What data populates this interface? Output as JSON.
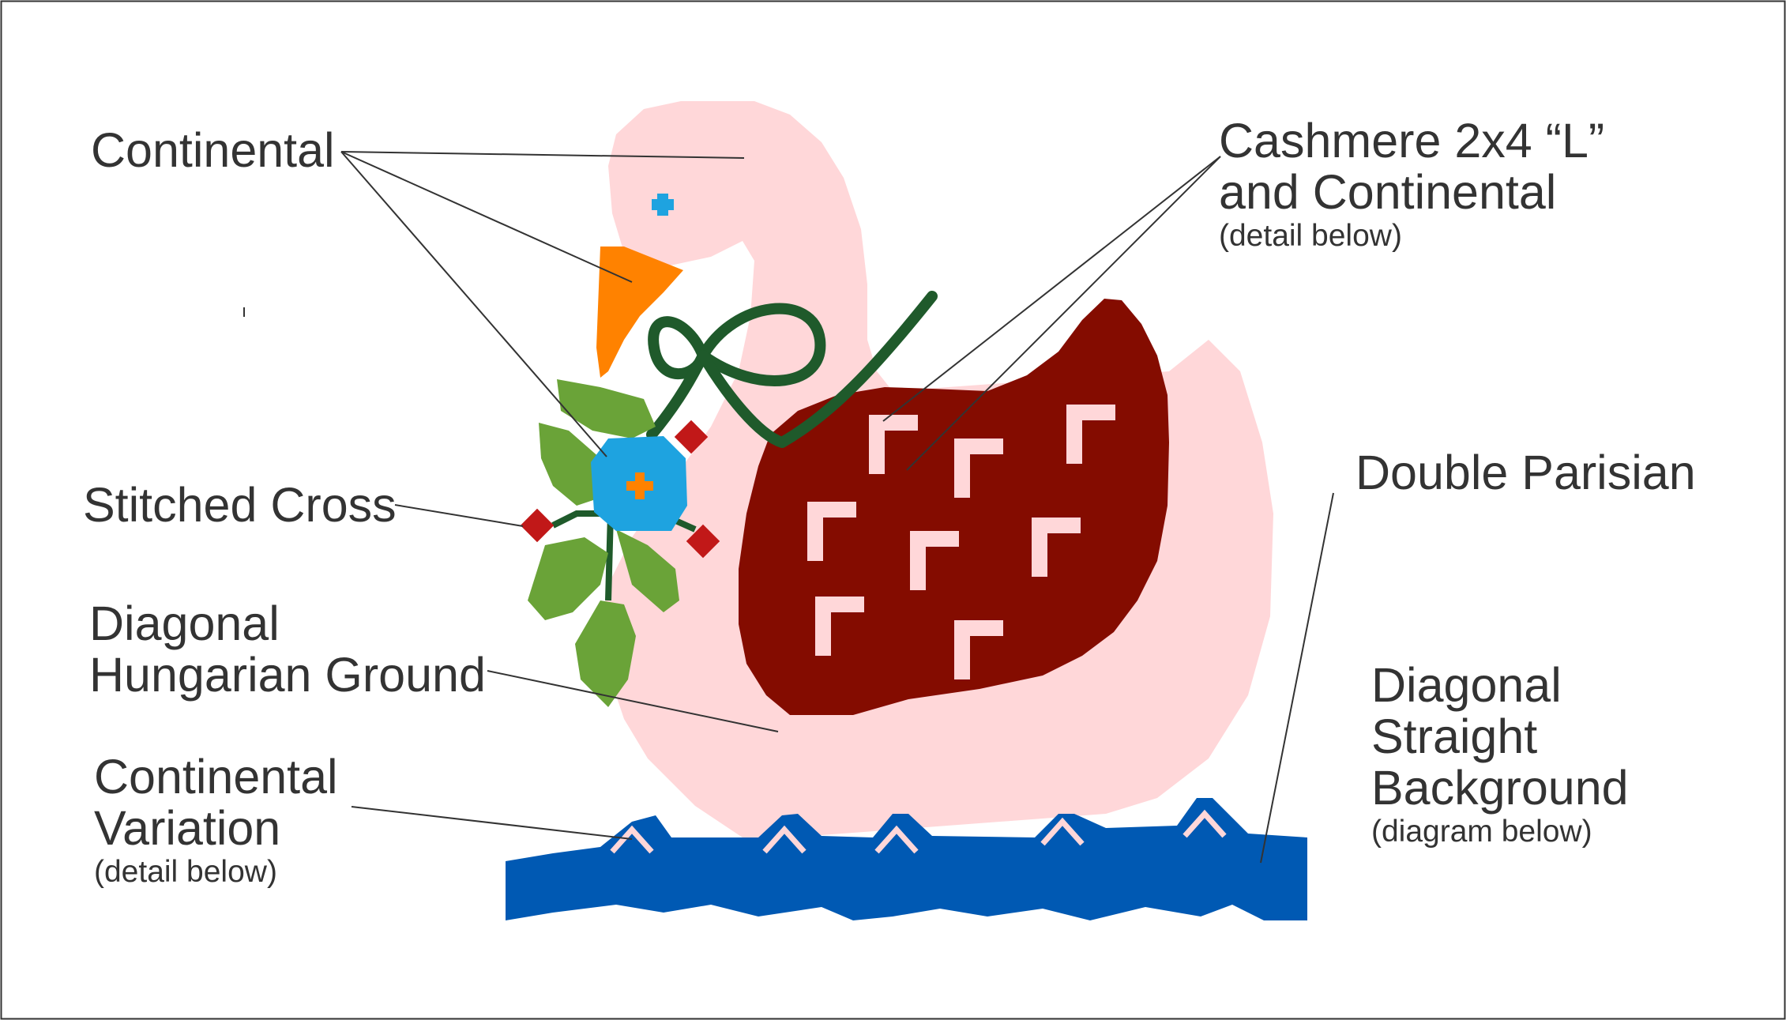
{
  "labels": {
    "continental": "Continental",
    "cashmere": {
      "line1": "Cashmere 2x4 “L”",
      "line2": "and Continental",
      "note": "(detail below)"
    },
    "double_parisian": "Double Parisian",
    "stitched_cross": "Stitched Cross",
    "diagonal_hungarian": {
      "line1": "Diagonal",
      "line2": "Hungarian Ground"
    },
    "diagonal_straight": {
      "line1": "Diagonal",
      "line2": "Straight",
      "line3": "Background",
      "note": "(diagram below)"
    },
    "continental_variation": {
      "line1": "Continental",
      "line2": "Variation",
      "note": "(detail below)"
    }
  },
  "colors": {
    "swan_body": "#ffd7d9",
    "beak": "#ff8200",
    "eye": "#1ea3e0",
    "basket": "#840c00",
    "basket_marks": "#ffd7d9",
    "bow": "#1f5a2b",
    "leaf": "#6aa338",
    "flower": "#1ea3e0",
    "flower_center": "#ff8200",
    "berry": "#c11818",
    "water": "#0059b3",
    "wave_marks": "#ffd7d9",
    "leader_line": "#333333",
    "text": "#333333",
    "border": "#333333"
  }
}
